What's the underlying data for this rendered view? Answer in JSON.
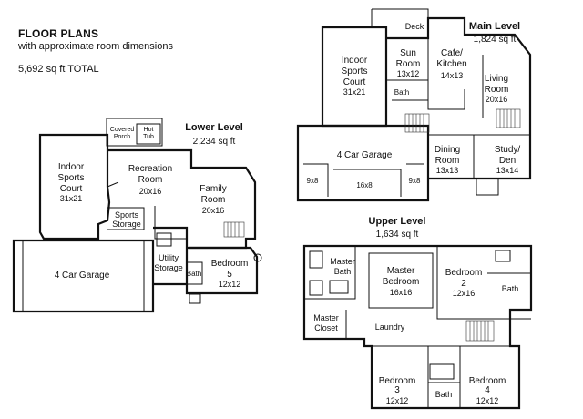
{
  "header": {
    "title": "FLOOR PLANS",
    "subtitle": "with approximate room dimensions",
    "total": "5,692 sq ft TOTAL"
  },
  "lower_level": {
    "title": "Lower Level",
    "sqft": "2,234 sq ft",
    "rooms": {
      "sports_court": {
        "name": [
          "Indoor",
          "Sports",
          "Court"
        ],
        "dims": "31x21"
      },
      "recreation": {
        "name": [
          "Recreation",
          "Room"
        ],
        "dims": "20x16"
      },
      "family": {
        "name": [
          "Family",
          "Room"
        ],
        "dims": "20x16"
      },
      "sports_storage": {
        "name": [
          "Sports",
          "Storage"
        ]
      },
      "garage": {
        "name": [
          "4 Car Garage"
        ]
      },
      "utility": {
        "name": [
          "Utility",
          "Storage"
        ]
      },
      "bath": {
        "name": [
          "Bath"
        ]
      },
      "bedroom5": {
        "name": [
          "Bedroom",
          "5"
        ],
        "dims": "12x12"
      },
      "covered_porch": {
        "name": [
          "Covered",
          "Porch"
        ]
      },
      "hot_tub": {
        "name": [
          "Hot",
          "Tub"
        ]
      }
    }
  },
  "main_level": {
    "title": "Main Level",
    "sqft": "1,824 sq ft",
    "rooms": {
      "deck": {
        "name": [
          "Deck"
        ]
      },
      "sports_court": {
        "name": [
          "Indoor",
          "Sports",
          "Court"
        ],
        "dims": "31x21"
      },
      "sun_room": {
        "name": [
          "Sun",
          "Room"
        ],
        "dims": "13x12"
      },
      "cafe": {
        "name": [
          "Cafe/",
          "Kitchen"
        ],
        "dims": "14x13"
      },
      "living": {
        "name": [
          "Living",
          "Room"
        ],
        "dims": "20x16"
      },
      "bath": {
        "name": [
          "Bath"
        ]
      },
      "garage": {
        "name": [
          "4 Car Garage"
        ]
      },
      "bay_left": {
        "name": [
          "9x8"
        ]
      },
      "bay_center": {
        "name": [
          "16x8"
        ]
      },
      "bay_right": {
        "name": [
          "9x8"
        ]
      },
      "dining": {
        "name": [
          "Dining",
          "Room"
        ],
        "dims": "13x13"
      },
      "study": {
        "name": [
          "Study/",
          "Den"
        ],
        "dims": "13x14"
      }
    }
  },
  "upper_level": {
    "title": "Upper Level",
    "sqft": "1,634 sq ft",
    "rooms": {
      "master_bath": {
        "name": [
          "Master",
          "Bath"
        ]
      },
      "master_bedroom": {
        "name": [
          "Master",
          "Bedroom"
        ],
        "dims": "16x16"
      },
      "bedroom2": {
        "name": [
          "Bedroom",
          "2"
        ],
        "dims": "12x16"
      },
      "bath_right": {
        "name": [
          "Bath"
        ]
      },
      "master_closet": {
        "name": [
          "Master",
          "Closet"
        ]
      },
      "laundry": {
        "name": [
          "Laundry"
        ]
      },
      "bedroom3": {
        "name": [
          "Bedroom",
          "3"
        ],
        "dims": "12x12"
      },
      "bath_bottom": {
        "name": [
          "Bath"
        ]
      },
      "bedroom4": {
        "name": [
          "Bedroom",
          "4"
        ],
        "dims": "12x12"
      }
    }
  }
}
